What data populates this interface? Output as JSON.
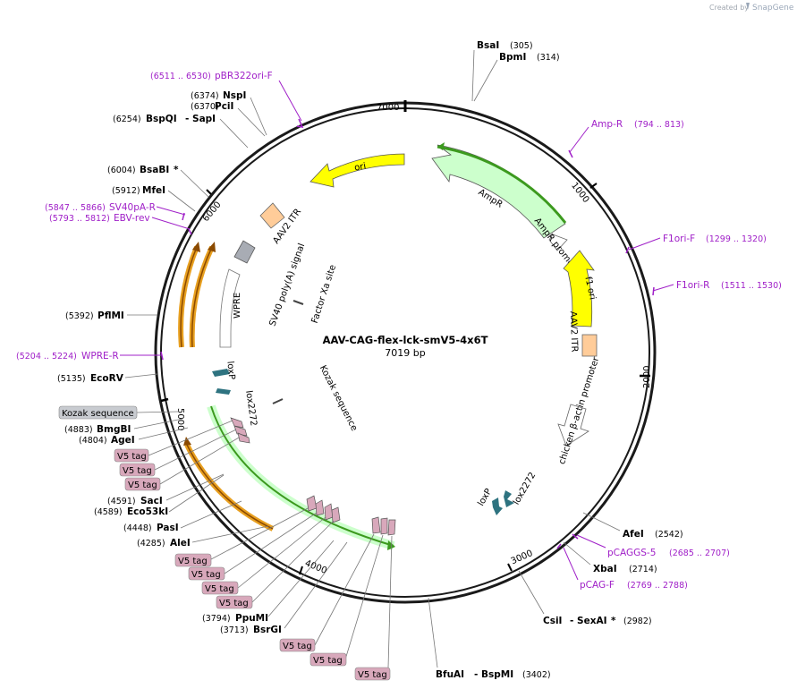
{
  "branding": {
    "created_by": "Created by",
    "product": "SnapGene"
  },
  "plasmid": {
    "name": "AAV-CAG-flex-lck-smV5-4x6T",
    "length": "7019 bp",
    "total_bp": 7019
  },
  "ticks": [
    "1000",
    "2000",
    "3000",
    "4000",
    "5000",
    "6000",
    "7000"
  ],
  "enzymes": [
    {
      "name": "BsaI",
      "pos": "(305)"
    },
    {
      "name": "BpmI",
      "pos": "(314)"
    },
    {
      "name": "NspI",
      "pos": "(6374)"
    },
    {
      "name": "PciI",
      "pos": "(6370)"
    },
    {
      "name": "BspQI",
      "name2": "- SapI",
      "pos": "(6254)"
    },
    {
      "name": "BsaBI",
      "suffix": "*",
      "pos": "(6004)"
    },
    {
      "name": "MfeI",
      "pos": "(5912)"
    },
    {
      "name": "PflMI",
      "pos": "(5392)"
    },
    {
      "name": "EcoRV",
      "pos": "(5135)"
    },
    {
      "name": "BmgBI",
      "pos": "(4883)"
    },
    {
      "name": "AgeI",
      "pos": "(4804)"
    },
    {
      "name": "SacI",
      "pos": "(4591)"
    },
    {
      "name": "Eco53kI",
      "pos": "(4589)"
    },
    {
      "name": "PasI",
      "pos": "(4448)"
    },
    {
      "name": "AleI",
      "pos": "(4285)"
    },
    {
      "name": "PpuMI",
      "pos": "(3794)"
    },
    {
      "name": "BsrGI",
      "pos": "(3713)"
    },
    {
      "name": "BfuAI",
      "name2": "- BspMI",
      "pos": "(3402)"
    },
    {
      "name": "CsiI",
      "name2": "- SexAI",
      "suffix": "*",
      "pos": "(2982)"
    },
    {
      "name": "XbaI",
      "pos": "(2714)"
    },
    {
      "name": "AfeI",
      "pos": "(2542)"
    }
  ],
  "primers": [
    {
      "name": "pBR322ori-F",
      "pos": "(6511 .. 6530)"
    },
    {
      "name": "SV40pA-R",
      "pos": "(5847 .. 5866)"
    },
    {
      "name": "EBV-rev",
      "pos": "(5793 .. 5812)"
    },
    {
      "name": "WPRE-R",
      "pos": "(5204 .. 5224)"
    },
    {
      "name": "Amp-R",
      "pos": "(794 .. 813)"
    },
    {
      "name": "F1ori-F",
      "pos": "(1299 .. 1320)"
    },
    {
      "name": "F1ori-R",
      "pos": "(1511 .. 1530)"
    },
    {
      "name": "pCAGGS-5",
      "pos": "(2685 .. 2707)"
    },
    {
      "name": "pCAG-F",
      "pos": "(2769 .. 2788)"
    }
  ],
  "features": {
    "ori": "ori",
    "ampr": "AmpR",
    "ampr_promoter": "AmpR promoter",
    "f1_ori": "f1 ori",
    "aav2_itr_right": "AAV2 ITR",
    "aav2_itr_left": "AAV2 ITR",
    "chicken_promoter": "chicken β-actin promoter",
    "loxp_right": "loxP",
    "lox2272_right": "lox2272",
    "loxp_left": "loxP",
    "lox2272_left": "lox2272",
    "sv40": "SV40 poly(A) signal",
    "wpre": "WPRE",
    "factor_xa": "Factor Xa site",
    "kozak": "Kozak sequence"
  },
  "tag_labels": {
    "kozak_box": "Kozak sequence",
    "v5_1": "V5 tag",
    "v5_2": "V5 tag",
    "v5_3": "V5 tag",
    "v5_4": "V5 tag",
    "v5_5": "V5 tag",
    "v5_6": "V5 tag",
    "v5_7": "V5 tag",
    "v5_8": "V5 tag",
    "v5_9": "V5 tag",
    "v5_10": "V5 tag"
  },
  "colors": {
    "backbone": "#1a1a1a",
    "primer": "#a020c8",
    "ori": "#ffff00",
    "ampr": "#ccffcc",
    "green_outline": "#3c9a1e",
    "orange_outline": "#e8a020",
    "itr": "#ffcc99",
    "lox": "#2e7380",
    "v5_box": "#d8a8bb",
    "kozak_box": "#c8cbd0",
    "sv40": "#a8acb4"
  }
}
